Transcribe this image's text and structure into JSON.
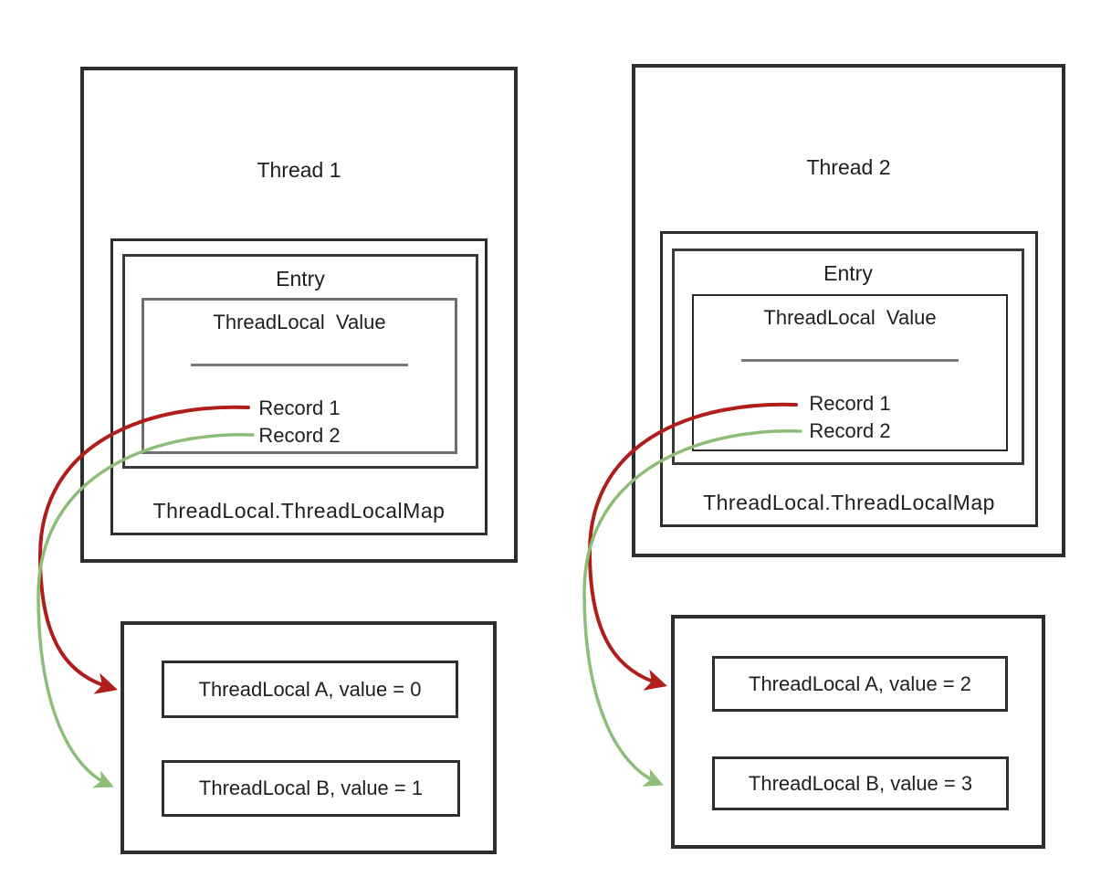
{
  "diagram": {
    "background": "#ffffff",
    "text_color": "#1f1f1f",
    "arrow_red": "#b01e1c",
    "arrow_green": "#8cbe78",
    "threads": [
      {
        "title": "Thread 1",
        "map_label": "ThreadLocal.ThreadLocalMap",
        "entry_label": "Entry",
        "value_header": "ThreadLocal  Value",
        "records": [
          "Record 1",
          "Record 2"
        ],
        "locals": [
          "ThreadLocal A, value = 0",
          "ThreadLocal B, value = 1"
        ]
      },
      {
        "title": "Thread 2",
        "map_label": "ThreadLocal.ThreadLocalMap",
        "entry_label": "Entry",
        "value_header": "ThreadLocal  Value",
        "records": [
          "Record 1",
          "Record 2"
        ],
        "locals": [
          "ThreadLocal A, value = 2",
          "ThreadLocal B, value = 3"
        ]
      }
    ]
  }
}
